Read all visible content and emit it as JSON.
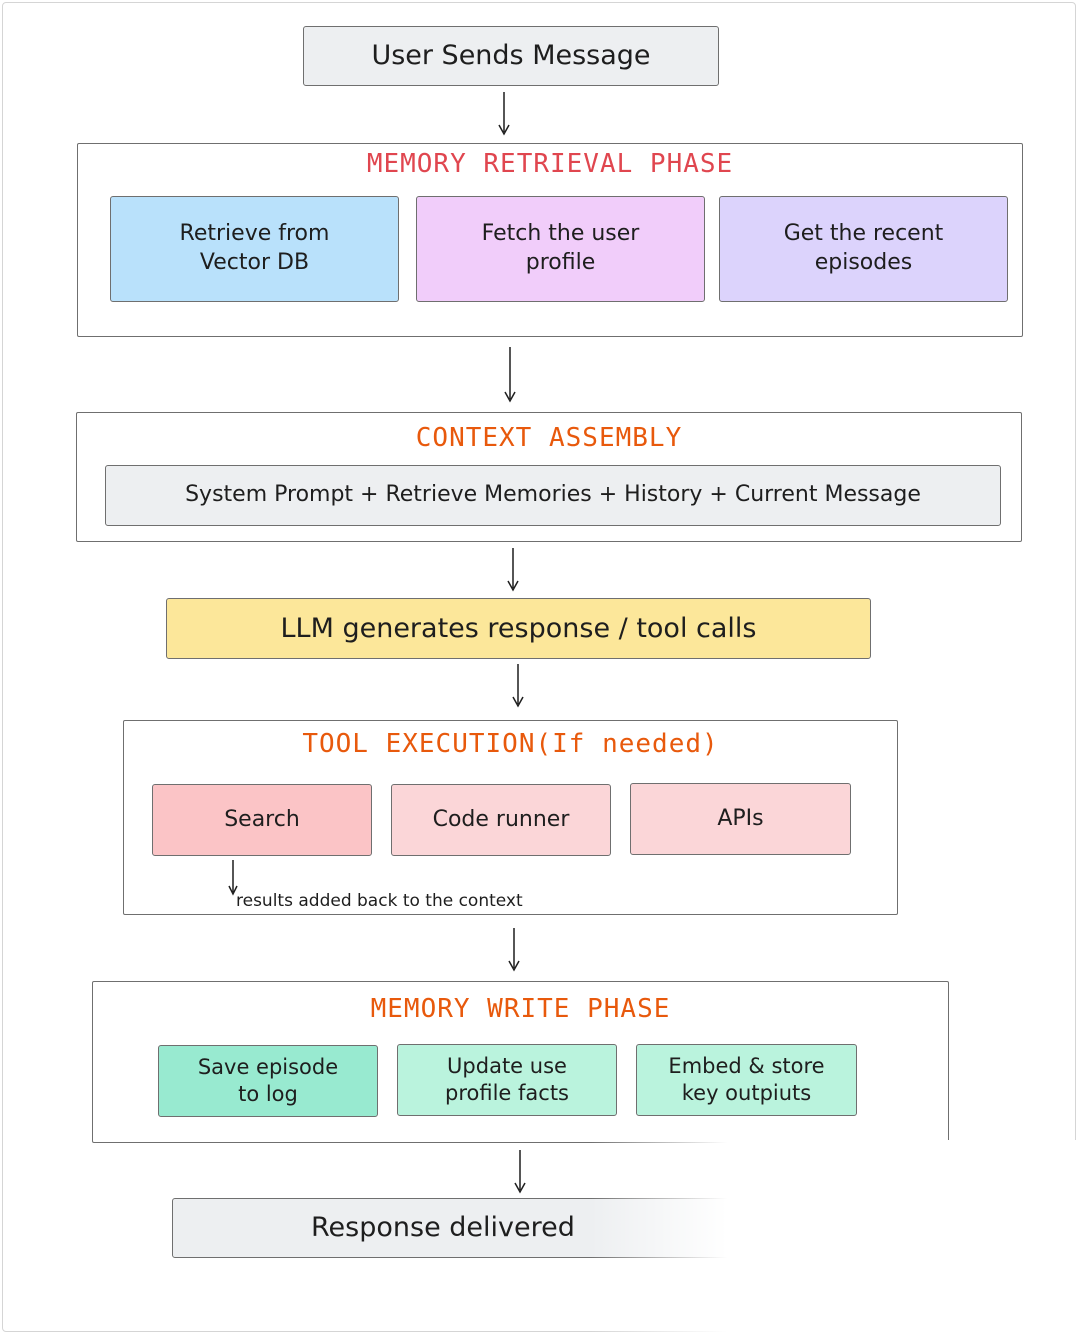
{
  "start": {
    "label": "User Sends Message"
  },
  "retrieval": {
    "title": "MEMORY RETRIEVAL PHASE",
    "title_color": "#e0464f",
    "items": [
      {
        "label": "Retrieve from\nVector DB"
      },
      {
        "label": "Fetch the user\nprofile"
      },
      {
        "label": "Get the recent\nepisodes"
      }
    ]
  },
  "context": {
    "title": "CONTEXT ASSEMBLY",
    "title_color": "#e8590c",
    "formula": "System Prompt + Retrieve Memories + History + Current Message"
  },
  "llm": {
    "label": "LLM generates response / tool calls"
  },
  "tools": {
    "title": "TOOL EXECUTION(If needed)",
    "title_color": "#e8590c",
    "items": [
      {
        "label": "Search"
      },
      {
        "label": "Code runner"
      },
      {
        "label": "APIs"
      }
    ],
    "note": "results added back to the context"
  },
  "write": {
    "title": "MEMORY WRITE PHASE",
    "title_color": "#e8590c",
    "items": [
      {
        "label": "Save episode\nto log"
      },
      {
        "label": "Update use\nprofile facts"
      },
      {
        "label": "Embed & store\nkey outpiuts"
      }
    ]
  },
  "end": {
    "label": "Response delivered"
  }
}
